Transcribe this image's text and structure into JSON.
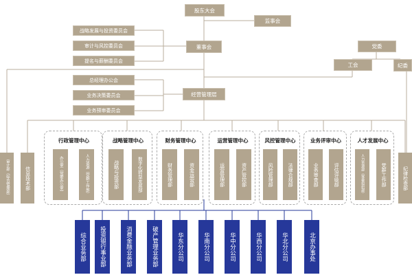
{
  "top": {
    "shareholders": "股东大会",
    "supervisors": "监事会",
    "board": "董事会",
    "party_committee": "党委",
    "union": "工会",
    "discipline": "纪委"
  },
  "board_committees": [
    "战略发展与投资委员会",
    "审计与风控委员会",
    "提名与薪酬委员会"
  ],
  "exec_committees": [
    "总经理办公会",
    "业务决策委员会",
    "业务预审委员会"
  ],
  "management": "经营管理层",
  "left_depts": {
    "audit": "审计部（综合管理部）",
    "it": "信息技术部"
  },
  "right_dept": "纪律检查部",
  "centers": [
    {
      "title": "行政管理中心",
      "depts": [
        "办公室（党委办公室）",
        "人力资源（党群工作部）"
      ]
    },
    {
      "title": "战略管理中心",
      "depts": [
        "战略与投资部",
        "数字化转型发展部"
      ]
    },
    {
      "title": "财务管理中心",
      "depts": [
        "财务管理部",
        "资金运营部"
      ]
    },
    {
      "title": "运营管理中心",
      "depts": [
        "运营管理部",
        "资产管控部"
      ]
    },
    {
      "title": "风控管理中心",
      "depts": [
        "风险管理部",
        "法律合规部"
      ]
    },
    {
      "title": "业务评审中心",
      "depts": [
        "业务审查部",
        "评估评级部"
      ]
    },
    {
      "title": "人才发展中心",
      "depts": [
        "人力资源部（党委组织部）",
        "党群工作部"
      ]
    }
  ],
  "business_units": [
    "综合业务部",
    "投资银行事业部",
    "消费金融业务部",
    "破产管理业务部",
    "华东分公司",
    "华南分公司",
    "华中分公司",
    "华西分公司",
    "华北分公司",
    "北京办事处"
  ],
  "colors": {
    "box": "#b2a58f",
    "blue": "#26389a",
    "line": "#b9ae9c",
    "blue_line": "#26389a"
  }
}
